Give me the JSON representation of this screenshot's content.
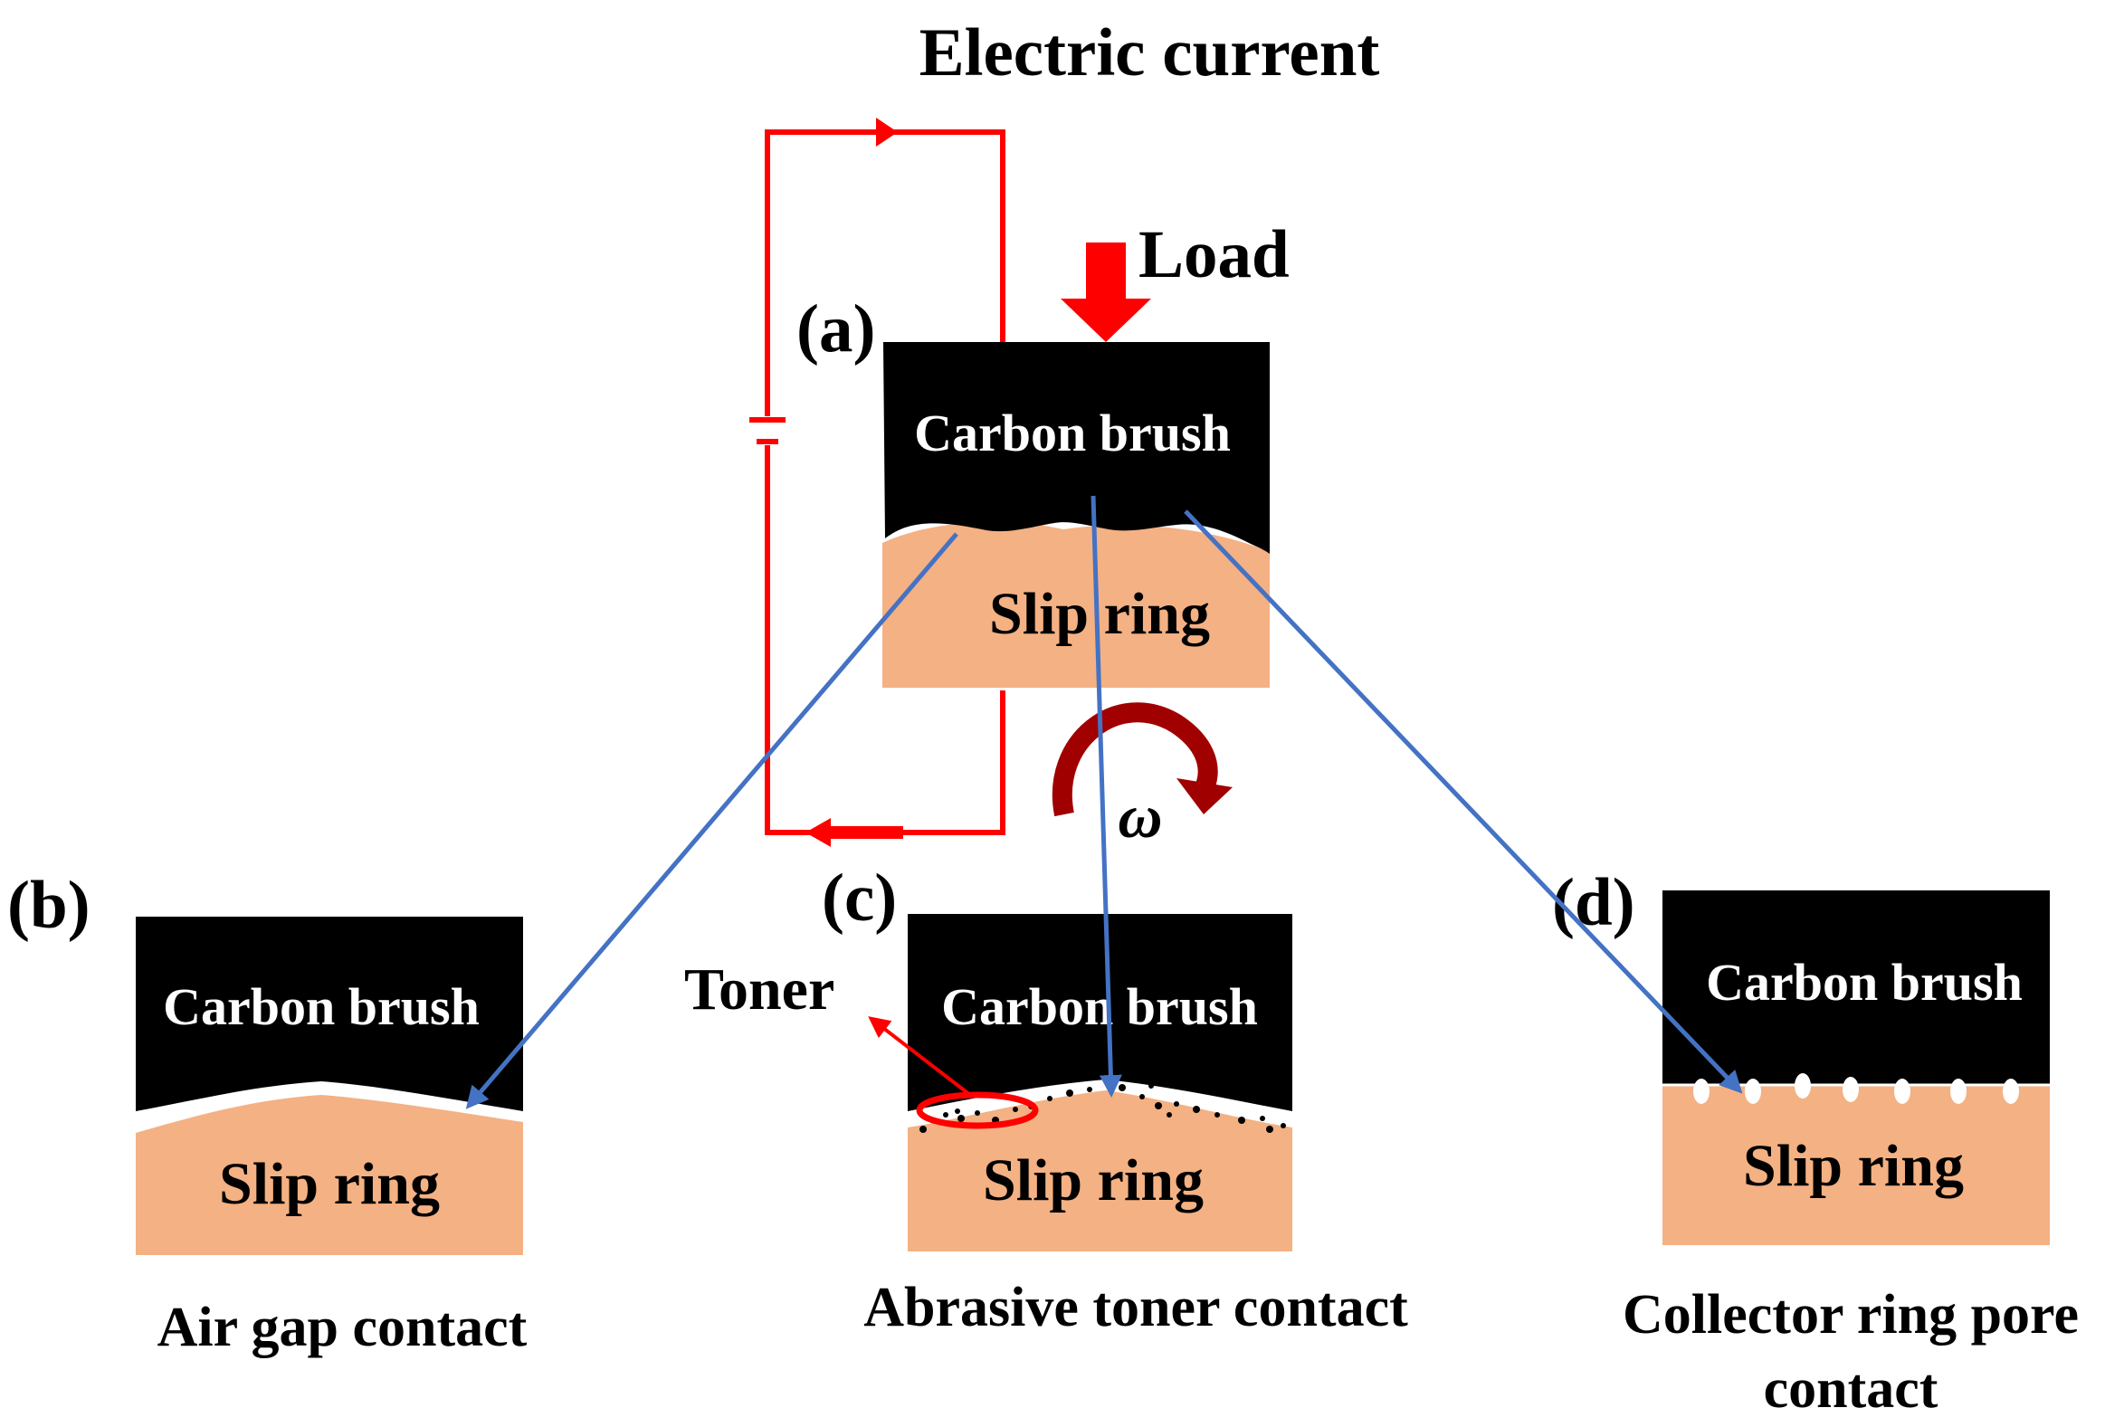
{
  "title": "Electric current",
  "load_label": "Load",
  "omega_label": "ω",
  "toner_label": "Toner",
  "panels": {
    "a": {
      "tag": "(a)",
      "brush": "Carbon brush",
      "ring": "Slip ring"
    },
    "b": {
      "tag": "(b)",
      "brush": "Carbon brush",
      "ring": "Slip ring",
      "caption": "Air gap contact"
    },
    "c": {
      "tag": "(c)",
      "brush": "Carbon brush",
      "ring": "Slip ring",
      "caption": "Abrasive toner contact"
    },
    "d": {
      "tag": "(d)",
      "brush": "Carbon brush",
      "ring": "Slip ring",
      "caption_line1": "Collector ring pore",
      "caption_line2": "contact"
    }
  },
  "colors": {
    "brush": "#000000",
    "ring": "#F4B183",
    "circuit": "#FF0000",
    "rotation": "#A00000",
    "pointer": "#4472C4"
  }
}
